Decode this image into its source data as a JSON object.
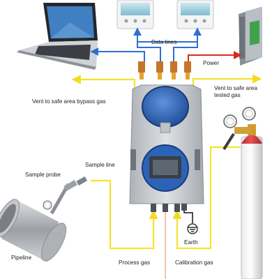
{
  "labels": {
    "data_lines": "Data lines",
    "power": "Power",
    "vent_bypass": "Vent to safe area bypass gas",
    "vent_tested": "Vent to safe area tested gas",
    "sample_line": "Sample line",
    "sample_probe": "Sample probe",
    "pipeline": "Pipeline",
    "process_gas": "Process gas",
    "calibration_gas": "Calibration gas",
    "earth": "Earth"
  },
  "colors": {
    "data_line": "#2f6fd0",
    "power_line": "#d82a1e",
    "gas_line": "#f4e32c",
    "analyzer_blue": "#2c63b8",
    "enclosure_gray": "#bfc3c8",
    "cylinder_red": "#d4373a",
    "psu_green": "#3fa34d"
  },
  "icons": [
    "laptop-icon",
    "display-unit-icon",
    "power-supply-icon",
    "gas-cylinder-icon",
    "pressure-regulator-icon",
    "earth-ground-icon",
    "analyzer-icon",
    "pipeline-icon"
  ]
}
